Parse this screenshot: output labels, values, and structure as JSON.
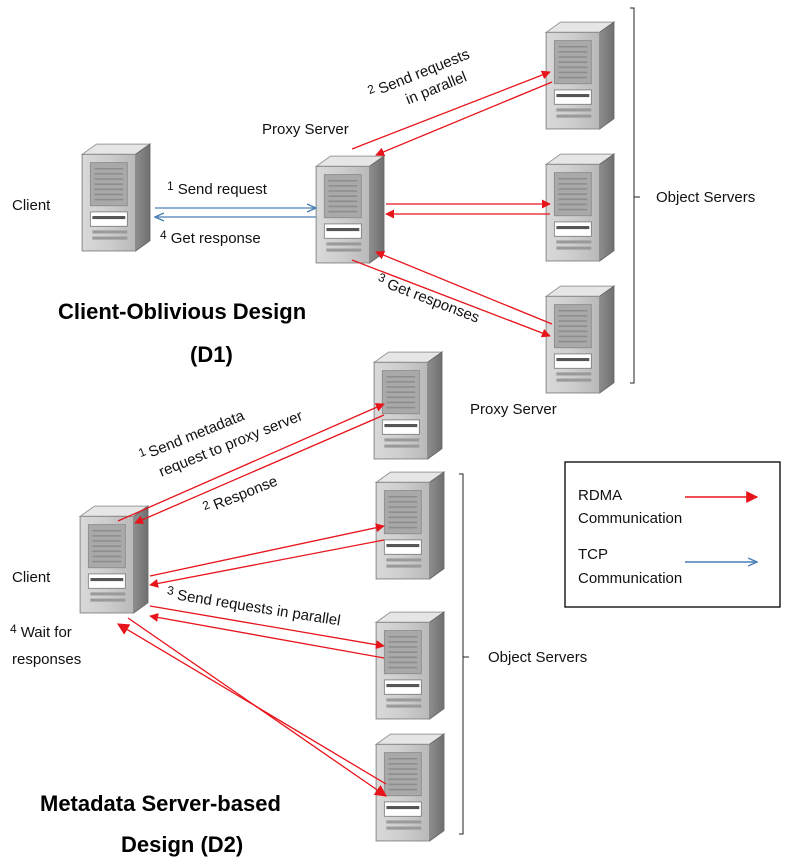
{
  "d1": {
    "client_label": "Client",
    "proxy_label": "Proxy Server",
    "object_servers_label": "Object Servers",
    "title_line1": "Client-Oblivious Design",
    "title_line2": "(D1)",
    "step1_num": "1",
    "step1_text": "Send request",
    "step4_num": "4",
    "step4_text": "Get response",
    "step2_num": "2",
    "step2_line1": "Send requests",
    "step2_line2": "in parallel",
    "step3_num": "3",
    "step3_text": "Get responses"
  },
  "d2": {
    "client_label": "Client",
    "proxy_label": "Proxy Server",
    "object_servers_label": "Object Servers",
    "title_line1": "Metadata Server-based",
    "title_line2": "Design (D2)",
    "step1_num": "1",
    "step1_line1": "Send metadata",
    "step1_line2": "request to proxy server",
    "step2_num": "2",
    "step2_text": "Response",
    "step3_num": "3",
    "step3_text": "Send requests in parallel",
    "step4_num": "4",
    "step4_line1": "Wait for",
    "step4_line2": "responses"
  },
  "legend": {
    "rdma_line1": "RDMA",
    "rdma_line2": "Communication",
    "tcp_line1": "TCP",
    "tcp_line2": "Communication",
    "rdma_color": "#e8141b",
    "tcp_color": "#4a7fb5"
  }
}
